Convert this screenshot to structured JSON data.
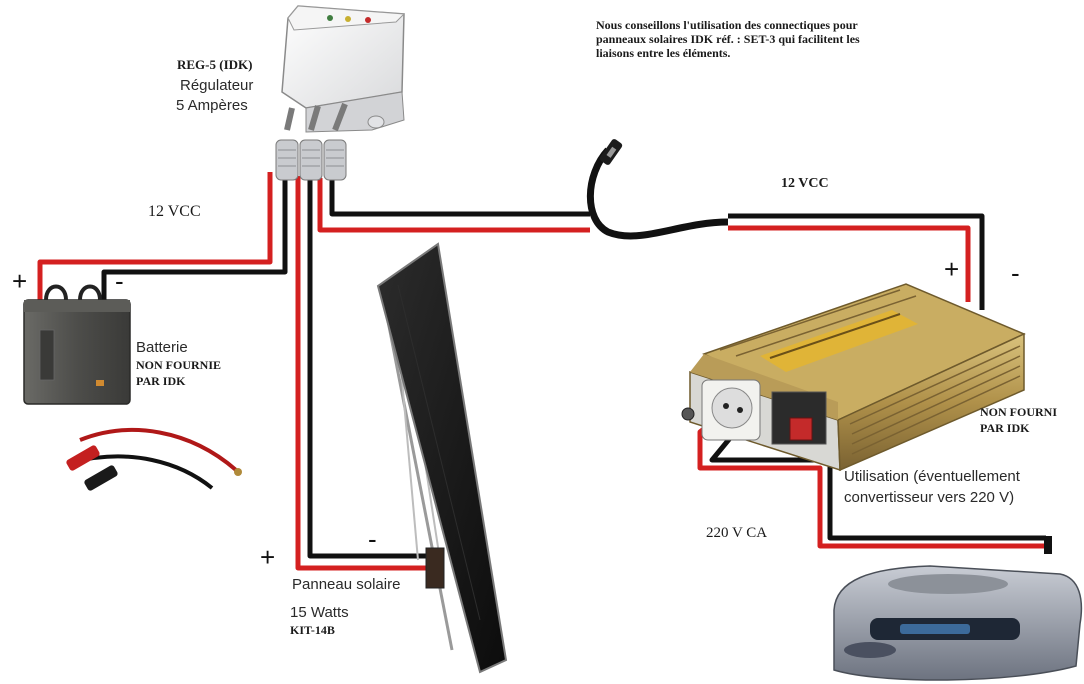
{
  "note": {
    "line1": "Nous conseillons l'utilisation des connectiques pour",
    "line2": "panneaux solaires  IDK réf. : SET-3 qui facilitent les",
    "line3": "liaisons entre les éléments."
  },
  "regulator": {
    "ref": "REG-5  (IDK)",
    "name": "Régulateur",
    "rating": "5 Ampères"
  },
  "battery": {
    "voltage": "12 VCC",
    "plus": "+",
    "minus": "-",
    "name": "Batterie",
    "note1": "NON FOURNIE",
    "note2": "PAR IDK"
  },
  "panel": {
    "plus": "+",
    "minus": "-",
    "name": "Panneau solaire",
    "power": "15 Watts",
    "ref": "KIT-14B"
  },
  "inverter": {
    "voltage": "12 VCC",
    "plus": "+",
    "minus": "-",
    "note1": "NON FOURNI",
    "note2": "PAR IDK",
    "usage1": "Utilisation (éventuellement",
    "usage2": "convertisseur vers 220 V)",
    "output": "220 V CA"
  },
  "colors": {
    "positive_wire": "#d42020",
    "negative_wire": "#111111",
    "inverter_body": "#b89a52",
    "battery_body": "#4a4a48",
    "panel_surface": "#161616"
  }
}
